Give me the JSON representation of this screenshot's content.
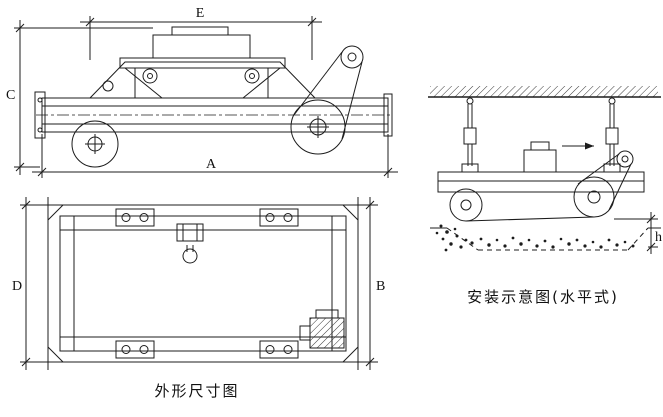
{
  "diagram": {
    "captions": {
      "outline_view": "外形尺寸图",
      "installation_view": "安装示意图(水平式)"
    },
    "dimension_labels": {
      "E": "E",
      "C": "C",
      "A": "A",
      "D": "D",
      "B": "B",
      "h": "h"
    },
    "colors": {
      "line": "#1c1c1c",
      "background": "#ffffff"
    }
  }
}
